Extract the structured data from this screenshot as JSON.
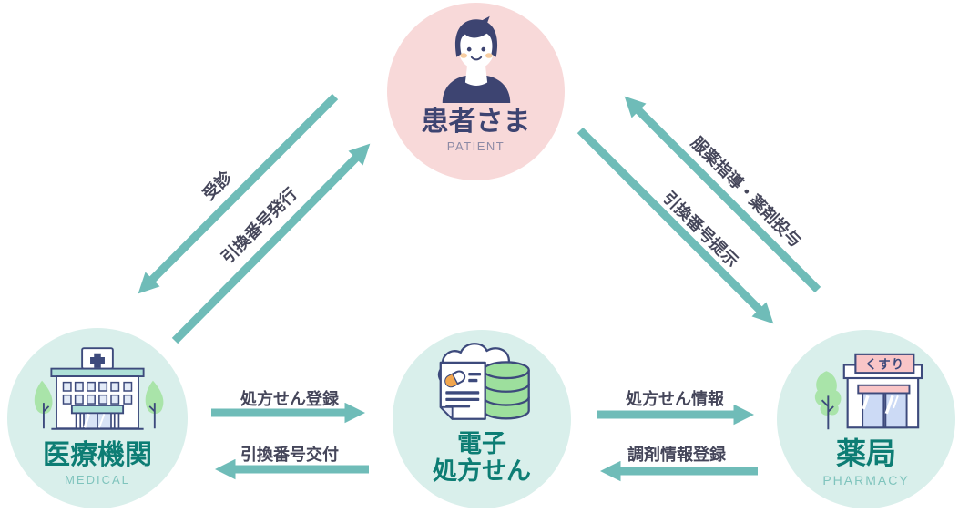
{
  "nodes": {
    "patient": {
      "label": "患者さま",
      "sublabel": "PATIENT",
      "icon": "patient-icon"
    },
    "medical": {
      "label": "医療機関",
      "sublabel": "MEDICAL",
      "icon": "hospital-icon"
    },
    "eprescription": {
      "label_line1": "電子",
      "label_line2": "処方せん",
      "icon": "cloud-database-document-icon"
    },
    "pharmacy": {
      "label": "薬局",
      "sublabel": "PHARMACY",
      "icon": "pharmacy-store-icon",
      "sign_text": "くすり"
    }
  },
  "flows": {
    "visit": {
      "label": "受診",
      "from": "患者さま",
      "to": "医療機関"
    },
    "issue_number": {
      "label": "引換番号発行",
      "from": "医療機関",
      "to": "患者さま"
    },
    "guidance": {
      "label": "服薬指導・薬剤投与",
      "from": "薬局",
      "to": "患者さま"
    },
    "show_number": {
      "label": "引換番号提示",
      "from": "患者さま",
      "to": "薬局"
    },
    "register_rx": {
      "label": "処方せん登録",
      "from": "医療機関",
      "to": "電子処方せん"
    },
    "deliver_number": {
      "label": "引換番号交付",
      "from": "電子処方せん",
      "to": "医療機関"
    },
    "rx_info": {
      "label": "処方せん情報",
      "from": "電子処方せん",
      "to": "薬局"
    },
    "register_dispense": {
      "label": "調剤情報登録",
      "from": "薬局",
      "to": "電子処方せん"
    }
  },
  "colors": {
    "arrow": "#6fbcb8",
    "node_pink_bg": "#f8d9d9",
    "node_teal_bg": "#d9efeb",
    "teal_text": "#0d7d74",
    "teal_subtext": "#7fc4bd",
    "navy_text": "#3d4471",
    "navy_subtext": "#8d8aa5",
    "flow_label_text": "#45465a",
    "icon_navy": "#3d4a7c",
    "icon_green": "#9ddf9d",
    "icon_pink": "#f9c5c7",
    "icon_orange": "#f2a64e"
  }
}
